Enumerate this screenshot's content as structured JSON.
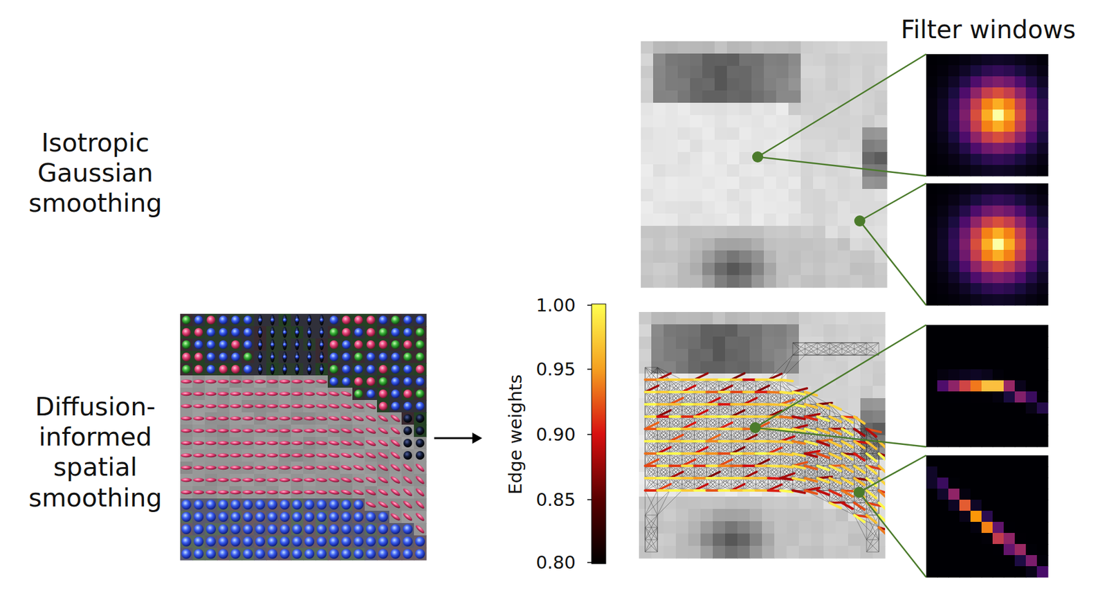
{
  "diagram": {
    "labels": [
      "Filter windows",
      "Isotropic Gaussian smoothing",
      "Diffusion-informed spatial smoothing",
      "Edge weights",
      "1.00",
      "0.95",
      "0.90",
      "0.85",
      "0.80"
    ]
  }
}
